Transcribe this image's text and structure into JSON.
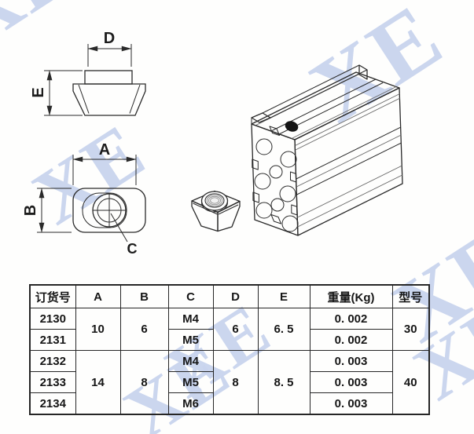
{
  "watermark": {
    "text": "XE",
    "color": "#c9d4ee"
  },
  "drawings": {
    "front_view": {
      "label_d": "D",
      "label_e": "E"
    },
    "top_view": {
      "label_a": "A",
      "label_b": "B",
      "label_c": "C"
    }
  },
  "table": {
    "headers": [
      "订货号",
      "A",
      "B",
      "C",
      "D",
      "E",
      "重量(Kg)",
      "型号"
    ],
    "rows": [
      {
        "cells": [
          "2130",
          "10",
          "6",
          "M4",
          "6",
          "6. 5",
          "0. 002",
          "30"
        ]
      },
      {
        "cells": [
          "2131",
          "M5",
          "0. 002"
        ]
      },
      {
        "cells": [
          "2132",
          "14",
          "8",
          "M4",
          "8",
          "8. 5",
          "0. 003",
          "40"
        ]
      },
      {
        "cells": [
          "2133",
          "M5",
          "0. 003"
        ]
      },
      {
        "cells": [
          "2134",
          "M6",
          "0. 003"
        ]
      }
    ]
  }
}
